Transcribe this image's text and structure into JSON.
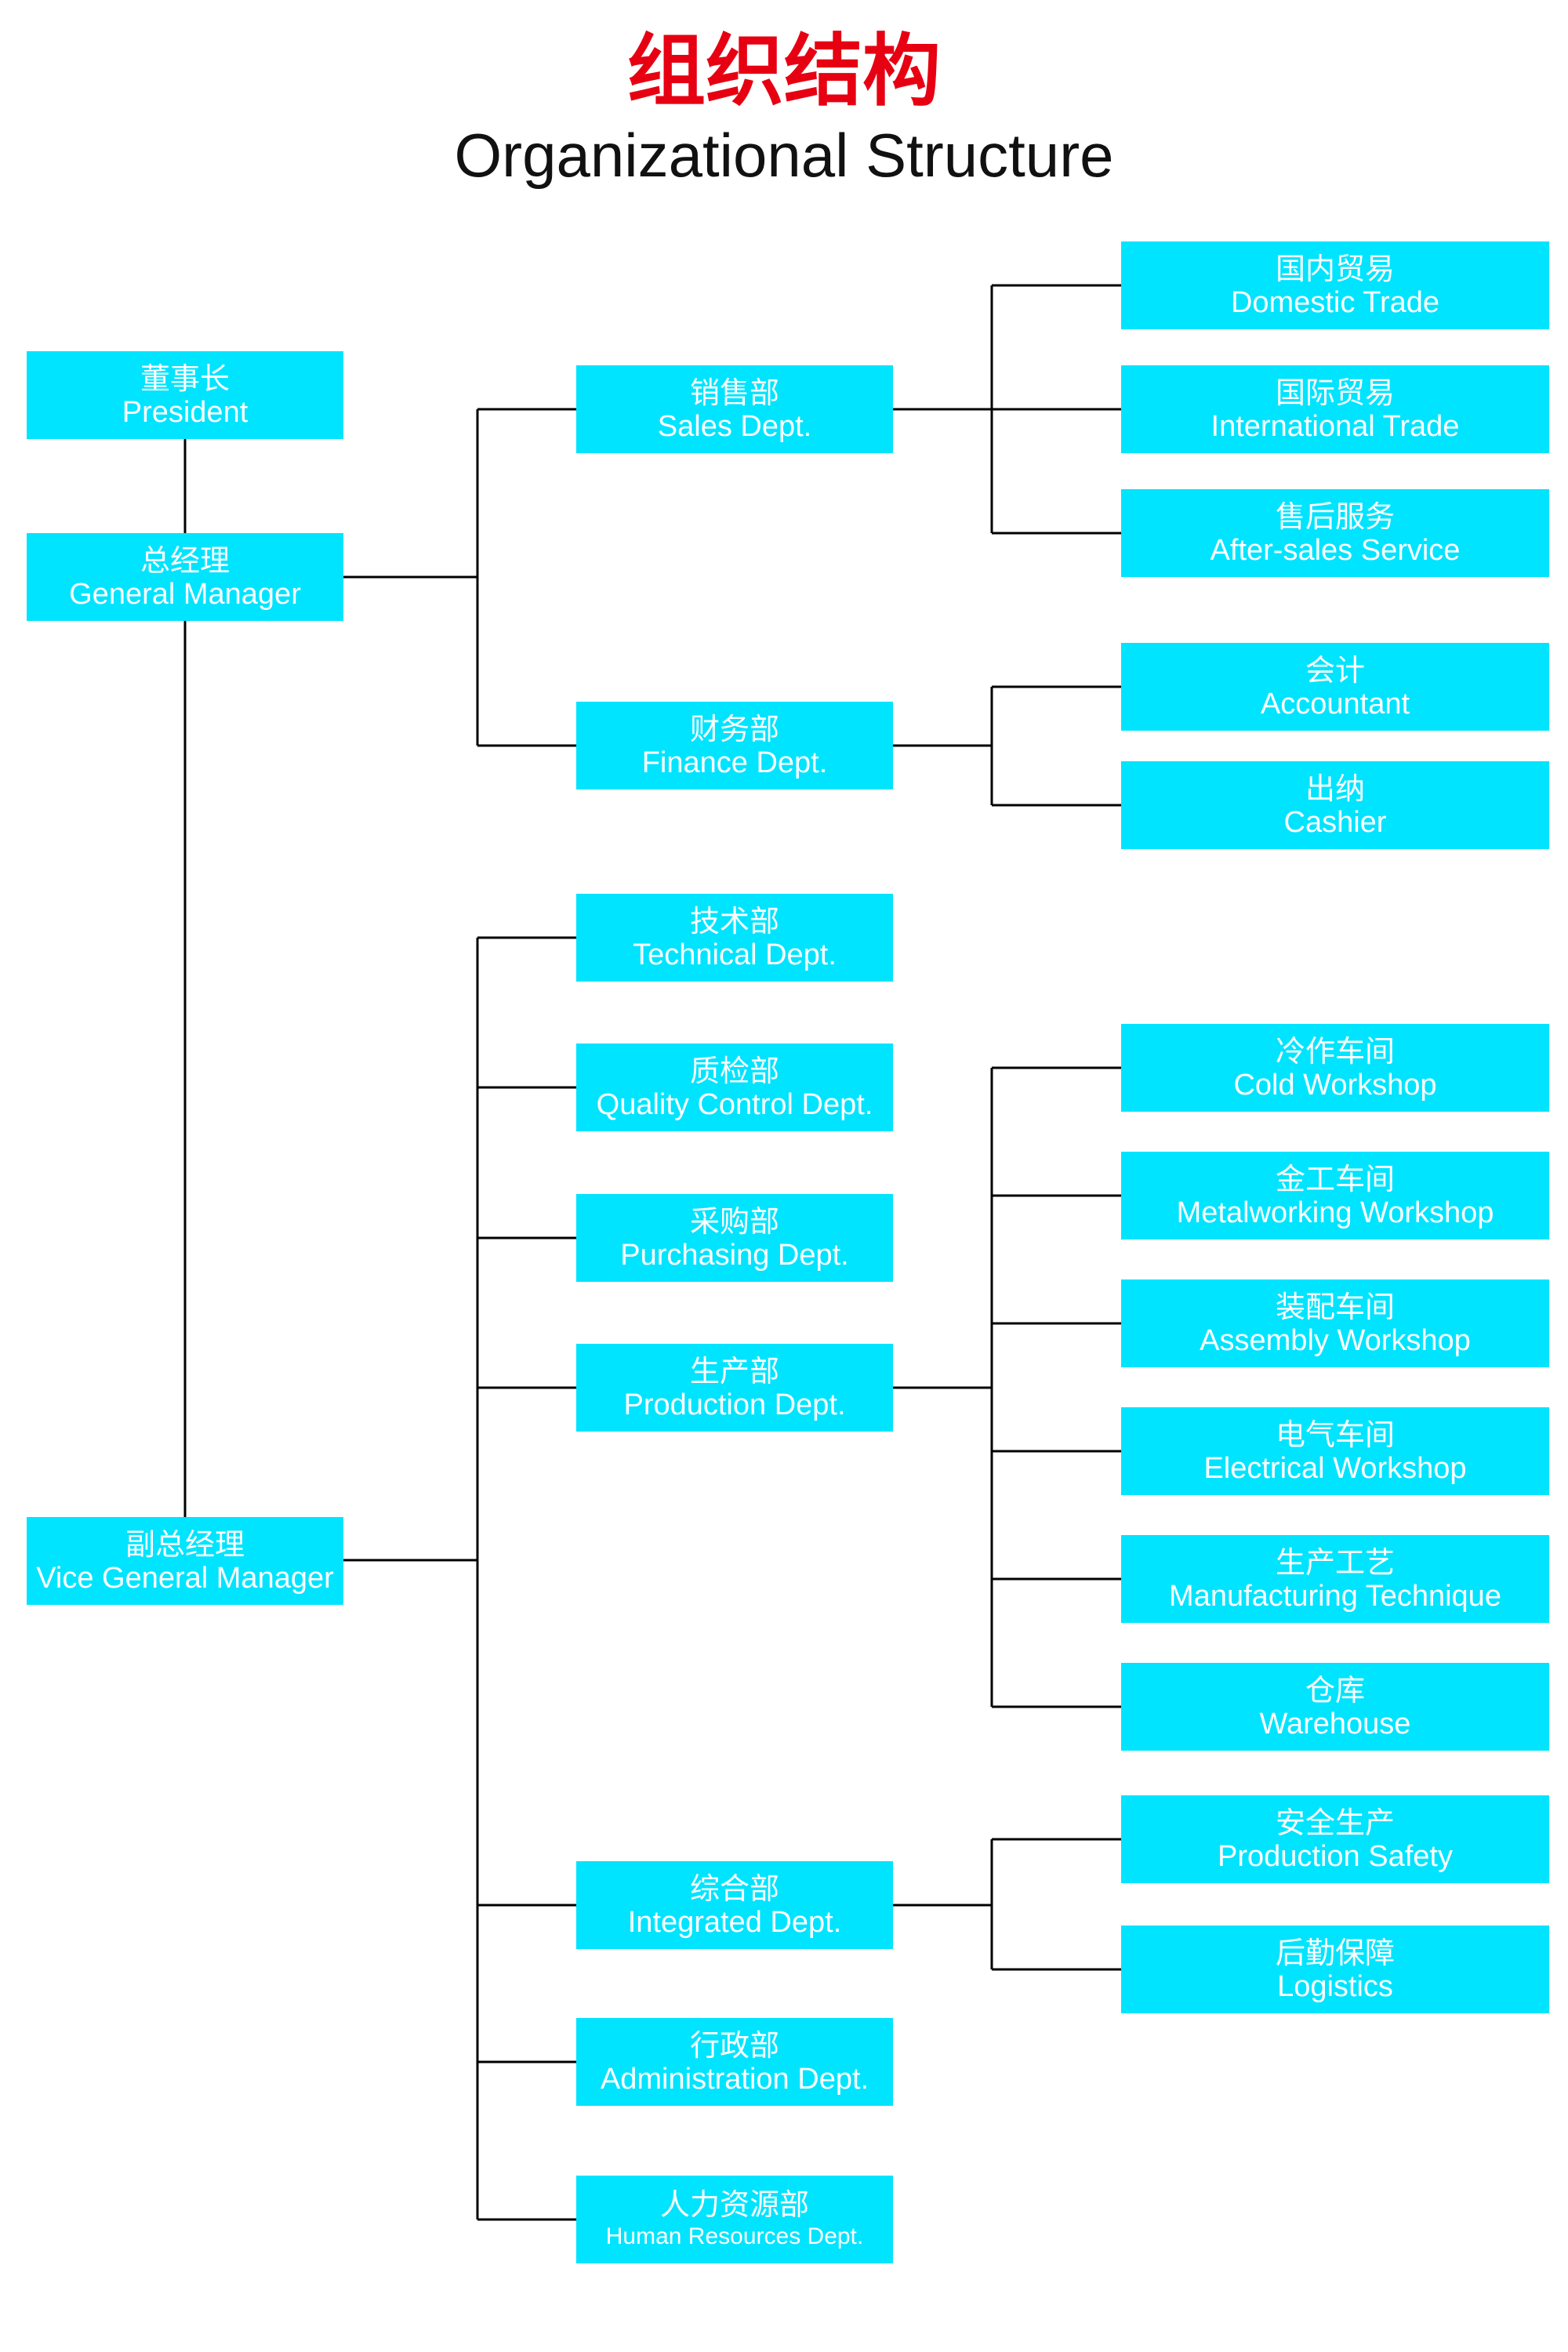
{
  "title_cn": "组织结构",
  "title_en": "Organizational Structure",
  "nodes": {
    "president": {
      "cn": "董事长",
      "en": "President"
    },
    "general_manager": {
      "cn": "总经理",
      "en": "General Manager"
    },
    "vice_general_manager": {
      "cn": "副总经理",
      "en": "Vice General Manager"
    },
    "sales": {
      "cn": "销售部",
      "en": "Sales Dept."
    },
    "finance": {
      "cn": "财务部",
      "en": "Finance Dept."
    },
    "technical": {
      "cn": "技术部",
      "en": "Technical Dept."
    },
    "quality": {
      "cn": "质检部",
      "en": "Quality Control Dept."
    },
    "purchasing": {
      "cn": "采购部",
      "en": "Purchasing Dept."
    },
    "production": {
      "cn": "生产部",
      "en": "Production Dept."
    },
    "integrated": {
      "cn": "综合部",
      "en": "Integrated Dept."
    },
    "administration": {
      "cn": "行政部",
      "en": "Administration Dept."
    },
    "hr": {
      "cn": "人力资源部",
      "en": "Human Resources Dept."
    },
    "domestic_trade": {
      "cn": "国内贸易",
      "en": "Domestic Trade"
    },
    "international_trade": {
      "cn": "国际贸易",
      "en": "International Trade"
    },
    "after_sales": {
      "cn": "售后服务",
      "en": "After-sales Service"
    },
    "accountant": {
      "cn": "会计",
      "en": "Accountant"
    },
    "cashier": {
      "cn": "出纳",
      "en": "Cashier"
    },
    "cold_workshop": {
      "cn": "冷作车间",
      "en": "Cold Workshop"
    },
    "metalworking_workshop": {
      "cn": "金工车间",
      "en": "Metalworking Workshop"
    },
    "assembly_workshop": {
      "cn": "装配车间",
      "en": "Assembly Workshop"
    },
    "electrical_workshop": {
      "cn": "电气车间",
      "en": "Electrical Workshop"
    },
    "manufacturing_technique": {
      "cn": "生产工艺",
      "en": "Manufacturing Technique"
    },
    "warehouse": {
      "cn": "仓库",
      "en": "Warehouse"
    },
    "production_safety": {
      "cn": "安全生产",
      "en": "Production Safety"
    },
    "logistics": {
      "cn": "后勤保障",
      "en": "Logistics"
    }
  },
  "colors": {
    "box_fill": "#00e4ff",
    "box_text": "#ffffff",
    "title_cn": "#e60012",
    "title_en": "#111111",
    "connector": "#000000"
  }
}
